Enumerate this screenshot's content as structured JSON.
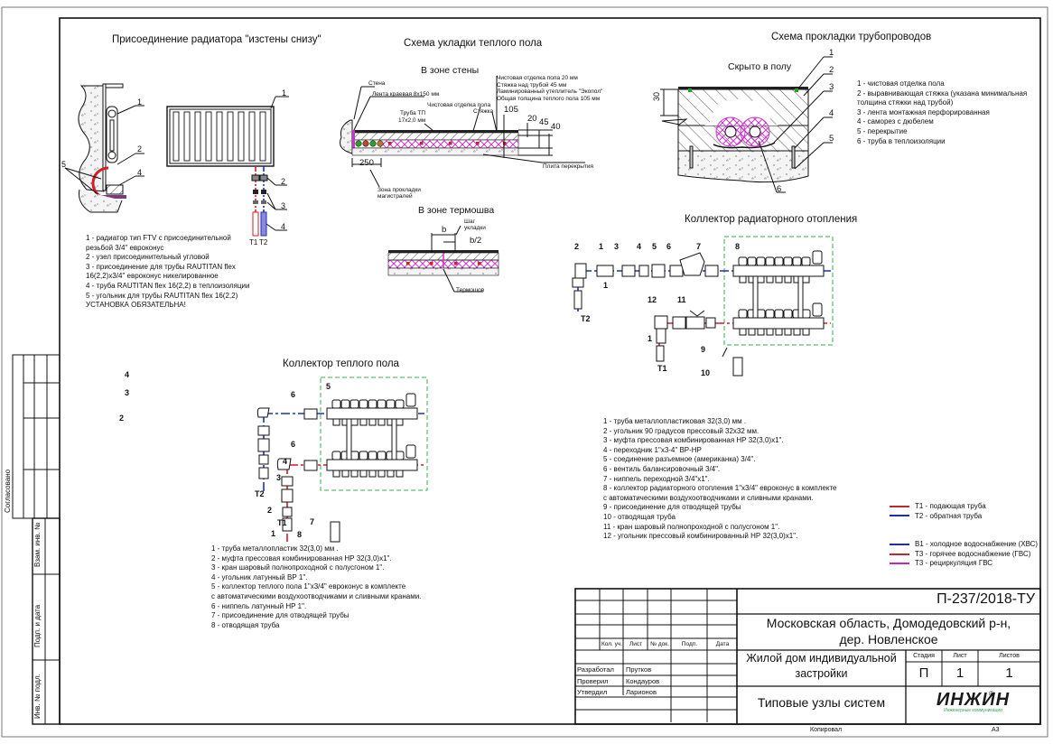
{
  "sheet": {
    "code": "П-237/2018-ТУ",
    "location_line1": "Московская область, Домодедовский р-н,",
    "location_line2": "дер. Новленское",
    "object_line1": "Жилой дом индивидуальной",
    "object_line2": "застройки",
    "drawing_title": "Типовые узлы систем",
    "stage_label": "Стадия",
    "sheet_label": "Лист",
    "sheets_label": "Листов",
    "stage": "П",
    "sheet": "1",
    "sheets": "1",
    "copied_label": "Копировал",
    "format": "А3",
    "logo_text": "ИНЖИН",
    "logo_sub": "Инженерные коммуникации",
    "logo_reg": "®"
  },
  "title_block": {
    "headers": [
      "Кол. уч.",
      "Лист",
      "№ док.",
      "Подп.",
      "Дата"
    ],
    "roles": [
      {
        "role": "Разработал",
        "name": "Прутков"
      },
      {
        "role": "Проверил",
        "name": "Кондауров"
      },
      {
        "role": "Утвердил",
        "name": "Ларионов"
      }
    ]
  },
  "side_stamp": {
    "agreed": "Согласовано",
    "replace_inv": "Взам. инв. №",
    "sign_date": "Подп. и дата",
    "inv_orig": "Инв. № подл."
  },
  "radiator": {
    "title": "Присоединение радиатора \"изстены снизу\"",
    "callouts": [
      "1",
      "2",
      "3",
      "4",
      "5"
    ],
    "pipe_labels": [
      "Т1",
      "Т2"
    ],
    "legend": [
      "1 - радиатор  тип FTV с присоединительной",
      "резьбой 3/4\" евроконус",
      "2 - узел присоединительный угловой",
      "3 - присоединение для трубы RAUTITAN flex",
      "16(2,2)х3/4\" евроконус никелированное",
      "4 - труба RAUTITAN flex 16(2,2) в теплоизоляции",
      "5 - угольник для трубы RAUTITAN flex 16(2,2)",
      "УСТАНОВКА ОБЯЗАТЕЛЬНА!"
    ]
  },
  "floor_scheme": {
    "title": "Схема укладки теплого пола",
    "wall_zone": {
      "title": "В зоне стены",
      "labels": {
        "wall": "Стена",
        "edge_tape": "Лента краевая 8х150 мм",
        "pipe": "Труба ТП",
        "pipe_size": "17х2,0 мм",
        "finish": "Чистовая отделка пола",
        "screed": "Стяжка",
        "slab": "Плита перекрытия",
        "mains_zone_1": "Зона прокладки",
        "mains_zone_2": "магистралей"
      },
      "notes": [
        "Чистовая отделка пола  20 мм",
        "Стяжка над трубой  45 мм",
        "Ламинированный утеплитель \"Экопол\"",
        "Общая толщина теплого пола  105 мм"
      ],
      "dims": {
        "total": "105",
        "finish": "20",
        "screed": "45",
        "insulation": "40",
        "mains": "250"
      }
    },
    "joint_zone": {
      "title": "В зоне термошва",
      "labels": {
        "step_1": "Шаг",
        "step_2": "укладки",
        "b": "b",
        "half_b": "b/2",
        "joint": "Термошов"
      }
    }
  },
  "pipe_routing": {
    "title": "Схема прокладки трубопроводов",
    "subtitle": "Скрыто в полу",
    "dim": "30",
    "callouts": [
      "1",
      "2",
      "3",
      "4",
      "5",
      "6"
    ],
    "legend": [
      "1 - чистовая отделка пола",
      "2 - выравнивающая стяжка (указана минимальная",
      "толщина стяжки над трубой)",
      "3 - лента монтажная перфорированная",
      "4 - саморез с дюбелем",
      "5 - перекрытие",
      "6 - труба в теплоизоляции"
    ]
  },
  "radiator_manifold": {
    "title": "Коллектор радиаторного отопления",
    "callouts": [
      "1",
      "2",
      "3",
      "4",
      "5",
      "6",
      "7",
      "8",
      "9",
      "10",
      "11",
      "12"
    ],
    "pipe_labels": [
      "Т1",
      "Т2"
    ],
    "legend": [
      "1 - труба металлопластиковая 32(3,0) мм .",
      "2 - угольник 90 градусов прессовый 32х32 мм.",
      "3 - муфта прессовая комбинированная НР 32(3,0)х1\".",
      "4 - переходник 1\"х3-4\" ВР-НР",
      "5 - соединение разъемное (американка) 3/4\".",
      "6 - вентиль балансировочный 3/4\".",
      "7 - ниппель переходной 3/4\"х1\".",
      "8 - коллектор радиаторного отопления  1\"х3/4\" евроконус в комплекте",
      "  с автоматическими воздухоотводчиками и сливными кранами.",
      "9 - присоединение для отводящей трубы",
      "10 - отводящая труба",
      "11 - кран шаровый полнопроходной с полусгоном 1\".",
      "12 - угольник прессовый комбинированный НР 32(3,0)х1\"."
    ]
  },
  "floor_manifold": {
    "title": "Коллектор теплого пола",
    "callouts": [
      "1",
      "2",
      "3",
      "4",
      "5",
      "6",
      "6",
      "7",
      "8"
    ],
    "stray_callouts": [
      "4",
      "3",
      "2"
    ],
    "pipe_labels": [
      "Т1",
      "Т2"
    ],
    "legend": [
      "1 - труба металлопластик 32(3,0) мм .",
      "2 - муфта прессовая комбинированная НР 32(3,0)х1\".",
      "3 - кран шаровый полнопроходной с полусгоном 1\".",
      "4 - угольник латунный ВР 1\".",
      "5 - коллектор теплого пола 1\"х3/4\" евроконус в комплекте",
      "  с автоматическими воздухоотводчиками и сливными кранами.",
      "6 - ниппель латунный НР 1\".",
      "7 - присоединение для отводящей трубы",
      "8 - отводящая труба"
    ]
  },
  "line_legend": {
    "heating": [
      {
        "label": "Т1 - подающая труба",
        "color": "#c0262b"
      },
      {
        "label": "Т2 - обратная труба",
        "color": "#1f2f9a"
      }
    ],
    "water": [
      {
        "label": "В1 - холодное водоснабжение (ХВС)",
        "color": "#1f2f9a"
      },
      {
        "label": "Т3 - горячее водоснабжение (ГВС)",
        "color": "#c0262b"
      },
      {
        "label": "Т3 - рециркуляция ГВС",
        "color": "#c026c6"
      }
    ]
  },
  "colors": {
    "supply": "#d21f26",
    "return": "#1c2fc4",
    "insulation": "#cc33cc",
    "dashed_box": "#33b24a",
    "logo": "#1a1a1a",
    "logo_sub": "#2fa84f"
  }
}
